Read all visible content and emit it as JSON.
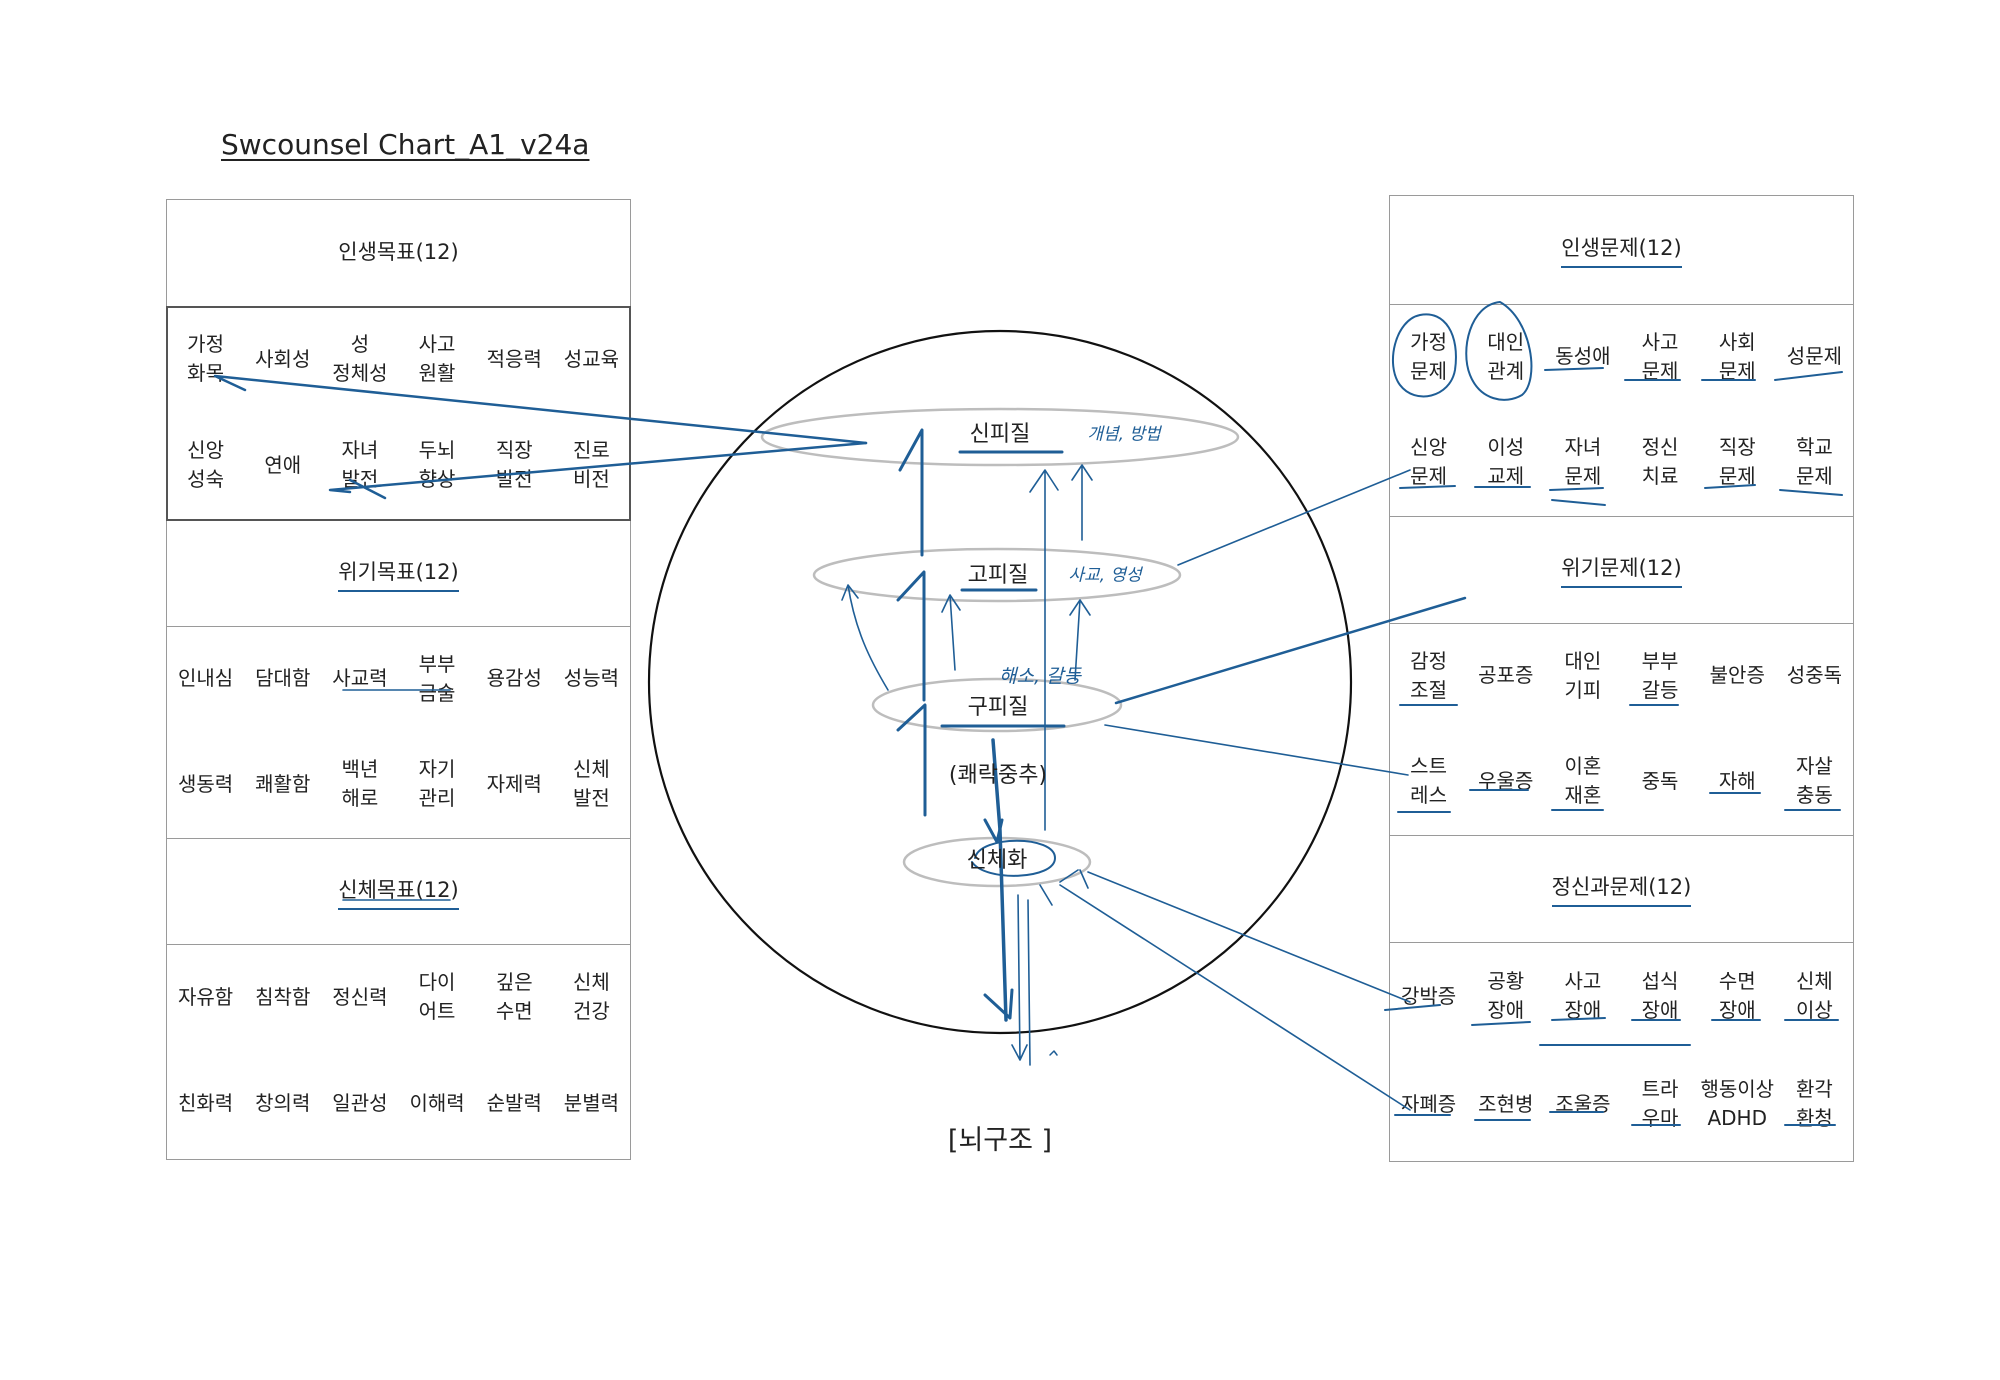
{
  "title": "Swcounsel Chart_A1_v24a",
  "left_panel": {
    "sections": [
      {
        "header": "인생목표(12)",
        "items": [
          "가정\n화목",
          "사회성",
          "성\n정체성",
          "사고\n원활",
          "적응력",
          "성교육",
          "신앙\n성숙",
          "연애",
          "자녀\n발전",
          "두뇌\n향상",
          "직장\n발전",
          "진로\n비전"
        ]
      },
      {
        "header": "위기목표(12)",
        "items": [
          "인내심",
          "담대함",
          "사교력",
          "부부\n금술",
          "용감성",
          "성능력",
          "생동력",
          "쾌활함",
          "백년\n해로",
          "자기\n관리",
          "자제력",
          "신체\n발전"
        ]
      },
      {
        "header": "신체목표(12)",
        "items": [
          "자유함",
          "침착함",
          "정신력",
          "다이\n어트",
          "깊은\n수면",
          "신체\n건강",
          "친화력",
          "창의력",
          "일관성",
          "이해력",
          "순발력",
          "분별력"
        ]
      }
    ]
  },
  "right_panel": {
    "sections": [
      {
        "header": "인생문제(12)",
        "items": [
          "가정\n문제",
          "대인\n관계",
          "동성애",
          "사고\n문제",
          "사회\n문제",
          "성문제",
          "신앙\n문제",
          "이성\n교제",
          "자녀\n문제",
          "정신\n치료",
          "직장\n문제",
          "학교\n문제"
        ]
      },
      {
        "header": "위기문제(12)",
        "items": [
          "감정\n조절",
          "공포증",
          "대인\n기피",
          "부부\n갈등",
          "불안증",
          "성중독",
          "스트\n레스",
          "우울증",
          "이혼\n재혼",
          "중독",
          "자해",
          "자살\n충동"
        ]
      },
      {
        "header": "정신과문제(12)",
        "items": [
          "강박증",
          "공황\n장애",
          "사고\n장애",
          "섭식\n장애",
          "수면\n장애",
          "신체\n이상",
          "자폐증",
          "조현병",
          "조울증",
          "트라\n우마",
          "행동이상\nADHD",
          "환각\n환청"
        ]
      }
    ]
  },
  "brain": {
    "levels": [
      "신피질",
      "고피질",
      "구피질",
      "(쾌락중추)",
      "신체화"
    ],
    "caption": "[뇌구조 ]"
  },
  "handwritten_notes": [
    "개념, 방법",
    "사교, 영성",
    "해소, 갈등"
  ],
  "colors": {
    "ink": "#1f5e96",
    "border": "#9a9a9a",
    "ellipse": "#bdbdbd"
  }
}
